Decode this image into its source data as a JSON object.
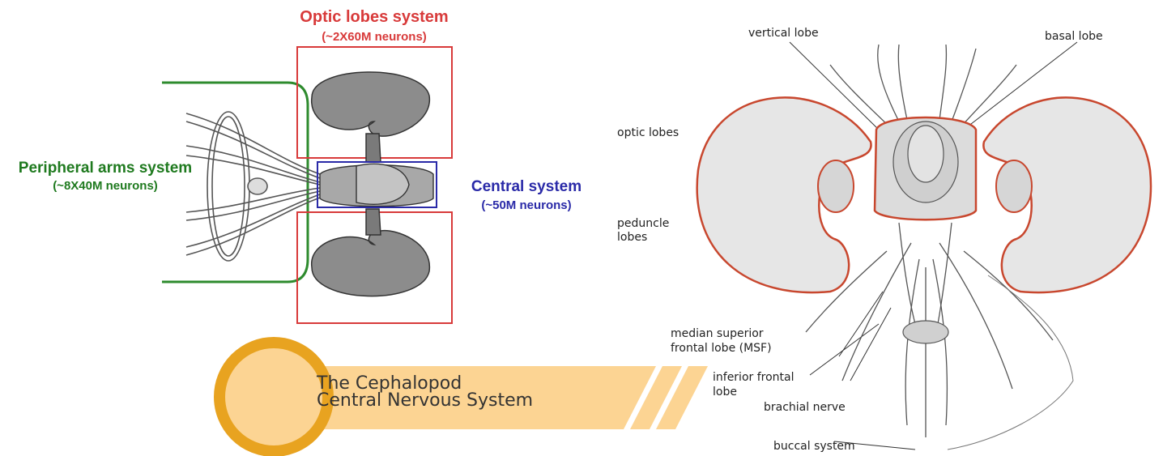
{
  "left_diagram": {
    "optic_title": "Optic lobes system",
    "optic_sub": "(~2X60M neurons)",
    "peripheral_title": "Peripheral arms system",
    "peripheral_sub": "(~8X40M neurons)",
    "central_title": "Central system",
    "central_sub": "(~50M neurons)",
    "colors": {
      "optic": "#d83a3a",
      "peripheral": "#1f7a1f",
      "central": "#2a2aa8"
    }
  },
  "right_diagram": {
    "labels": {
      "vertical_lobe": "vertical lobe",
      "basal_lobe": "basal lobe",
      "optic_lobes": "optic lobes",
      "peduncle_lobes_1": "peduncle",
      "peduncle_lobes_2": "lobes",
      "msf_1": "median superior",
      "msf_2": "frontal lobe (MSF)",
      "inferior_1": "inferior frontal",
      "inferior_2": "lobe",
      "brachial": "brachial nerve",
      "buccal": "buccal system"
    },
    "outline_color": "#c8472e"
  },
  "banner": {
    "line1": "The Cephalopod",
    "line2": "Central Nervous System",
    "colors": {
      "ring": "#e8a320",
      "fill": "#fcd493",
      "band": "#fcd493"
    }
  }
}
